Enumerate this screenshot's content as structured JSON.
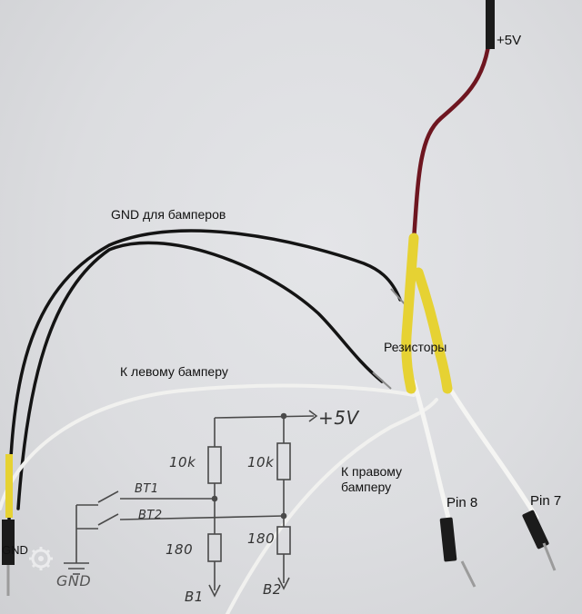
{
  "labels": {
    "plus_5v": "+5V",
    "gnd_bumpers": "GND для бамперов",
    "resistors": "Резисторы",
    "left_bumper": "К левому бамперу",
    "right_bumper": "К правому бамперу",
    "pin8": "Pin 8",
    "pin7": "Pin 7",
    "gnd": "GND"
  },
  "sketch": {
    "supply": "+5V",
    "r1": "10k",
    "r2": "10k",
    "bt1": "BT1",
    "bt2": "BT2",
    "r3": "180",
    "r4": "180",
    "b1": "B1",
    "b2": "B2",
    "gnd": "GND"
  },
  "colors": {
    "background": "#dcdde0",
    "wire_black": "#141414",
    "wire_white": "#f1f1ef",
    "wire_red": "#6e1620",
    "heat_shrink_yellow": "#e6d233",
    "pencil": "#4a4a4a"
  },
  "icons": {
    "watermark": "cogwheel-watermark-icon"
  }
}
